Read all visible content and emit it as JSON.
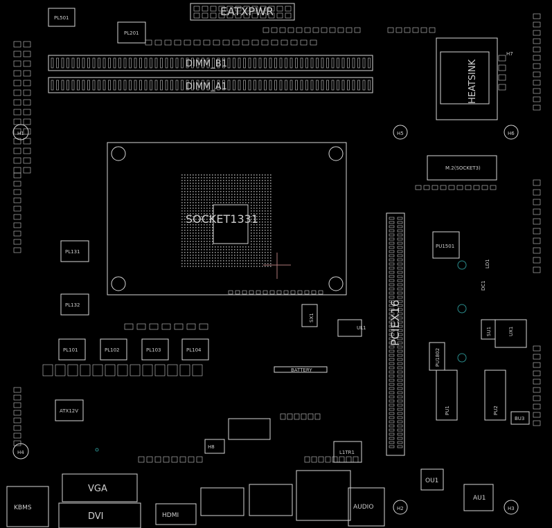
{
  "labels": {
    "eatxpwr": "EATXPWR",
    "dimm_b1": "DIMM_B1",
    "dimm_a1": "DIMM_A1",
    "socket": "SOCKET1331",
    "pciex16": "PCIEX16",
    "heatsink": "HEATSINK",
    "m2": "M.2(SOCKET3)",
    "atx12v": "ATX12V",
    "battery": "BATTERY",
    "kbms": "KBMS",
    "vga": "VGA",
    "dvi": "DVI",
    "hdmi": "HDMI",
    "audio": "AUDIO",
    "ou1": "OU1",
    "au1": "AU1",
    "l1tr1": "L1TR1",
    "sx1": "SX1",
    "bu3": "BU3",
    "h1": "H1",
    "h2": "H2",
    "h3": "H3",
    "h4": "H4",
    "h5": "H5",
    "h6": "H6",
    "h7": "H7",
    "h8": "H8",
    "pl501": "PL501",
    "pl201": "PL201",
    "pl131": "PL131",
    "pl132": "PL132",
    "pl101": "PL101",
    "pl102": "PL102",
    "pl103": "PL103",
    "pl104": "PL104",
    "pu1501": "PU1501",
    "pu1802": "PU1802",
    "ld1": "LD1",
    "pu1": "PU1",
    "su1": "SU1",
    "dc1": "DC1",
    "ux1": "UX1",
    "ul1": "UL1",
    "pu2": "PU2"
  },
  "colors": {
    "background": "#000000",
    "silkscreen": "#d8d8d8",
    "marker": "#b07a7a",
    "fiducial": "#2a8c8c"
  }
}
